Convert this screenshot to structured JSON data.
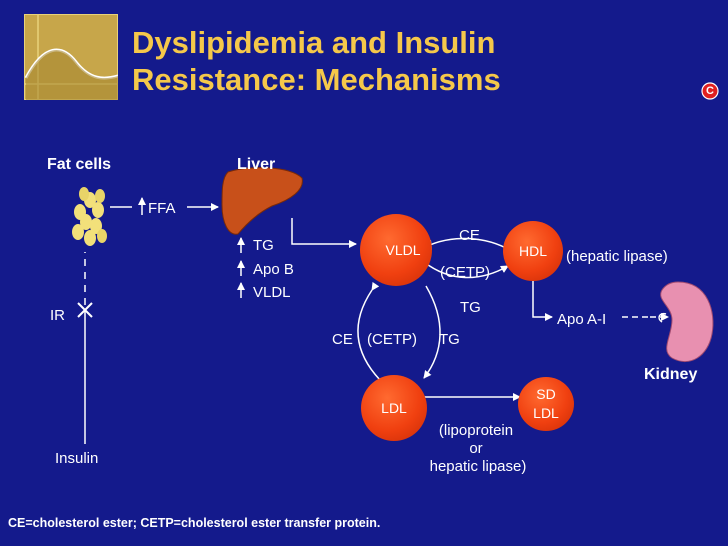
{
  "title_line1": "Dyslipidemia and Insulin",
  "title_line2": "Resistance: Mechanisms",
  "badge": "C",
  "labels": {
    "fat_cells": "Fat cells",
    "liver": "Liver",
    "ffa": "FFA",
    "tg": "TG",
    "apo_b": "Apo B",
    "vldl": "VLDL",
    "ir": "IR",
    "insulin": "Insulin",
    "ce_top": "CE",
    "cetp_top": "(CETP)",
    "tg_mid": "TG",
    "hepatic_lipase": "(hepatic lipase)",
    "apo_ai": "Apo A-I",
    "kidney": "Kidney",
    "ce_left": "CE",
    "cetp_left": "(CETP)",
    "tg_left": "TG",
    "lipoprotein": "(lipoprotein",
    "or": "or",
    "hepatic_lipase_2": "hepatic lipase)"
  },
  "nodes": {
    "vldl": "VLDL",
    "hdl": "HDL",
    "ldl": "LDL",
    "sd": "SD",
    "sd_ldl": "LDL"
  },
  "footnote": "CE=cholesterol ester; CETP=cholesterol ester transfer protein.",
  "colors": {
    "background": "#141a8c",
    "title": "#f5c84a",
    "node": "#f04010",
    "line": "#ffffff",
    "liver": "#c8501a",
    "fat": "#f2e07a",
    "kidney": "#e890b0"
  }
}
